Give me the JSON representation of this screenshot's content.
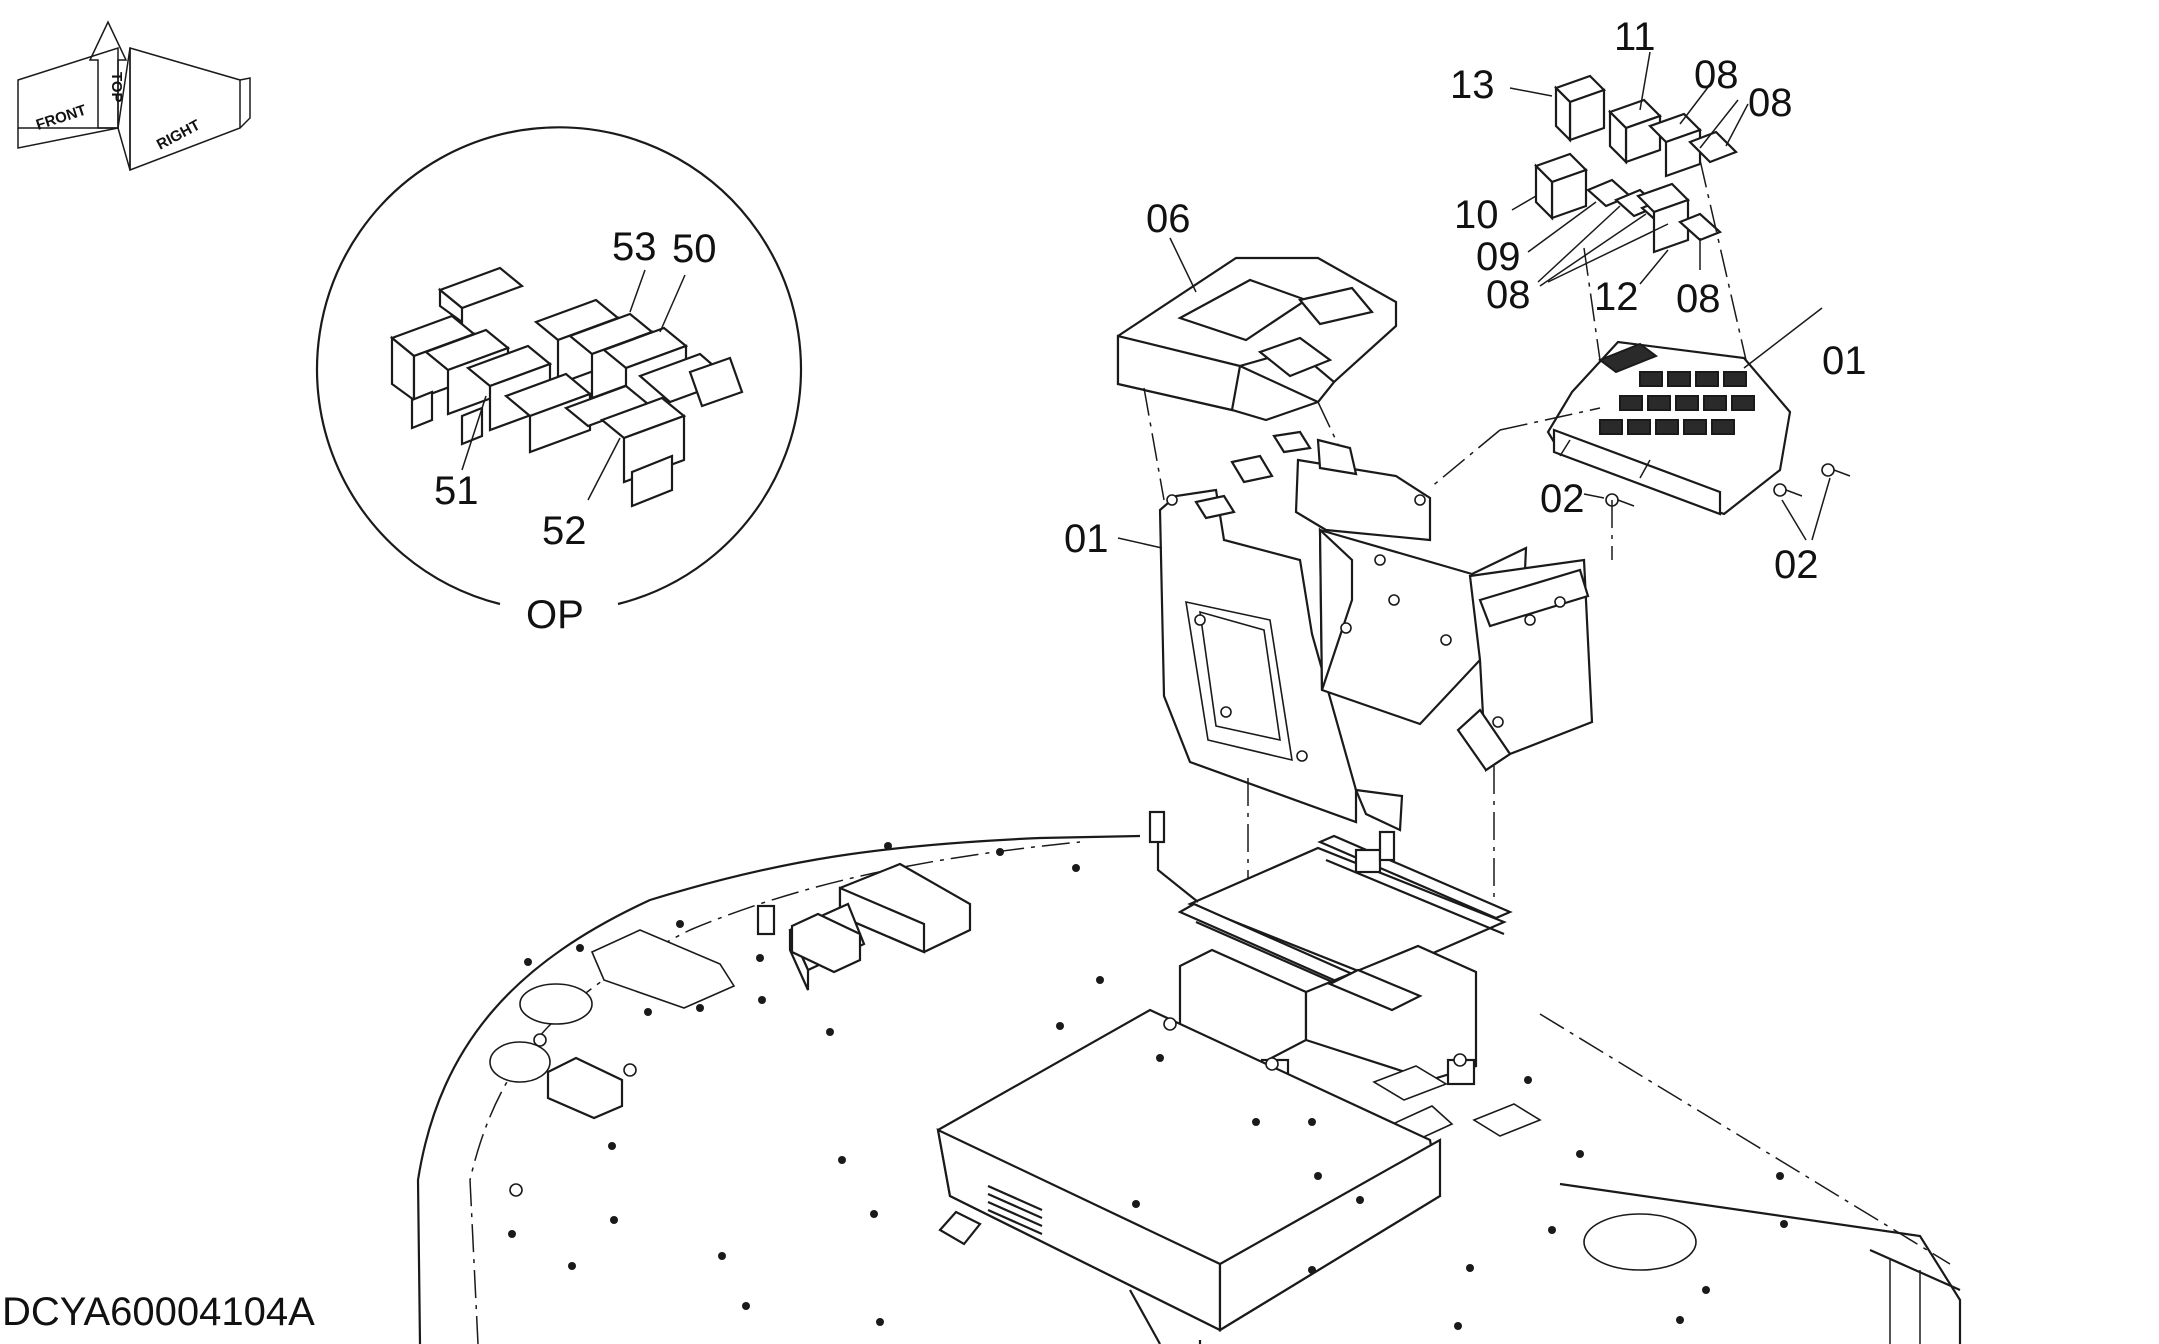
{
  "drawing_code": "DCYA60004104A",
  "orientation": {
    "top": "TOP",
    "front": "FRONT",
    "right": "RIGHT"
  },
  "detail": {
    "label": "OP"
  },
  "callouts": {
    "c13": "13",
    "c11": "11",
    "c08a": "08",
    "c08b": "08",
    "c10": "10",
    "c09": "09",
    "c08c": "08",
    "c12": "12",
    "c08d": "08",
    "c06": "06",
    "c01a": "01",
    "c01b": "01",
    "c02a": "02",
    "c02b": "02",
    "c53": "53",
    "c50": "50",
    "c51": "51",
    "c52": "52"
  }
}
